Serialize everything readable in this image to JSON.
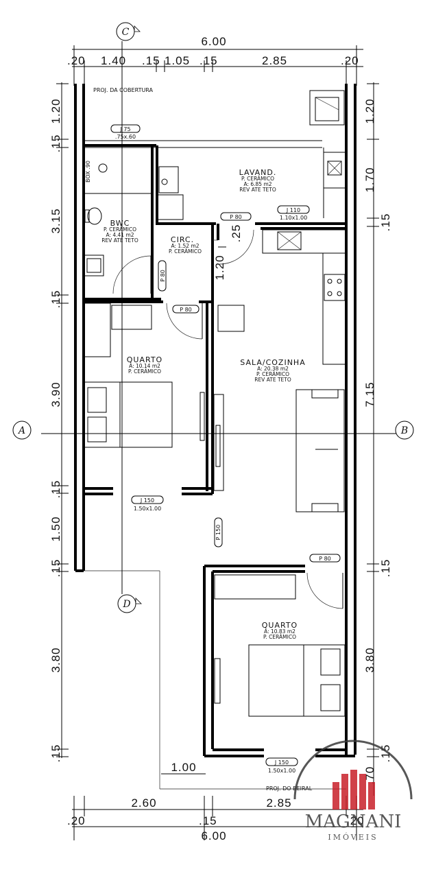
{
  "dimensions": {
    "top_total": "6.00",
    "top_parts": [
      ".20",
      "1.40",
      ".15",
      "1.05",
      ".15",
      "2.85",
      ".20"
    ],
    "bottom_total": "6.00",
    "bottom_parts": [
      "2.60",
      "2.85"
    ],
    "bottom_small": [
      ".20",
      ".15",
      ".20"
    ],
    "left_parts": [
      "1.20",
      ".15",
      "3.15",
      ".15",
      "3.90",
      ".15",
      "1.50",
      ".15",
      "3.80",
      ".15"
    ],
    "right_parts": [
      "1.20",
      "1.70",
      ".15",
      "7.15",
      ".15",
      "3.80",
      ".15",
      ".70"
    ],
    "inner": [
      ".25",
      "1.20",
      "1.00"
    ]
  },
  "section_markers": [
    "C",
    "A",
    "B",
    "D"
  ],
  "notes": {
    "roof": "PROJ. DA COBERTURA",
    "eave": "PROJ. DO BEIRAL"
  },
  "rooms": {
    "lavand": {
      "name": "LAVAND.",
      "lines": [
        "P. CERÂMICO",
        "A: 6.85 m2",
        "REV ATE TETO"
      ]
    },
    "bwc": {
      "name": "BWC",
      "lines": [
        "P. CERÂMICO",
        "A: 4.41 m2",
        "REV ATE TETO"
      ]
    },
    "circ": {
      "name": "CIRC.",
      "lines": [
        "A: 1.52 m2",
        "P. CERÂMICO"
      ]
    },
    "sala": {
      "name": "SALA/COZINHA",
      "lines": [
        "A: 20.38 m2",
        "P. CERÂMICO",
        "REV ATE TETO"
      ]
    },
    "quarto1": {
      "name": "QUARTO",
      "lines": [
        "A: 10.14 m2",
        "P. CERÂMICO"
      ]
    },
    "quarto2": {
      "name": "QUARTO",
      "lines": [
        "A: 10.83 m2",
        "P. CERÂMICO"
      ]
    }
  },
  "openings": {
    "j75": {
      "tag": "J 75",
      "size": ".75x.60"
    },
    "j110": {
      "tag": "J 110",
      "size": "1.10x1.00"
    },
    "j150a": {
      "tag": "J 150",
      "size": "1.50x1.00"
    },
    "j150b": {
      "tag": "J 150",
      "size": "1.50x1.00"
    },
    "p80a": "P 80",
    "p80b": "P 80",
    "p80c": "P 80",
    "p80d": "P 80",
    "p150": "P 150",
    "box": "BOX .90"
  },
  "logo": {
    "name": "MAGNANI",
    "sub": "IMÓVEIS",
    "colors": {
      "red": "#c8202a",
      "dark": "#3a3a3a"
    }
  }
}
